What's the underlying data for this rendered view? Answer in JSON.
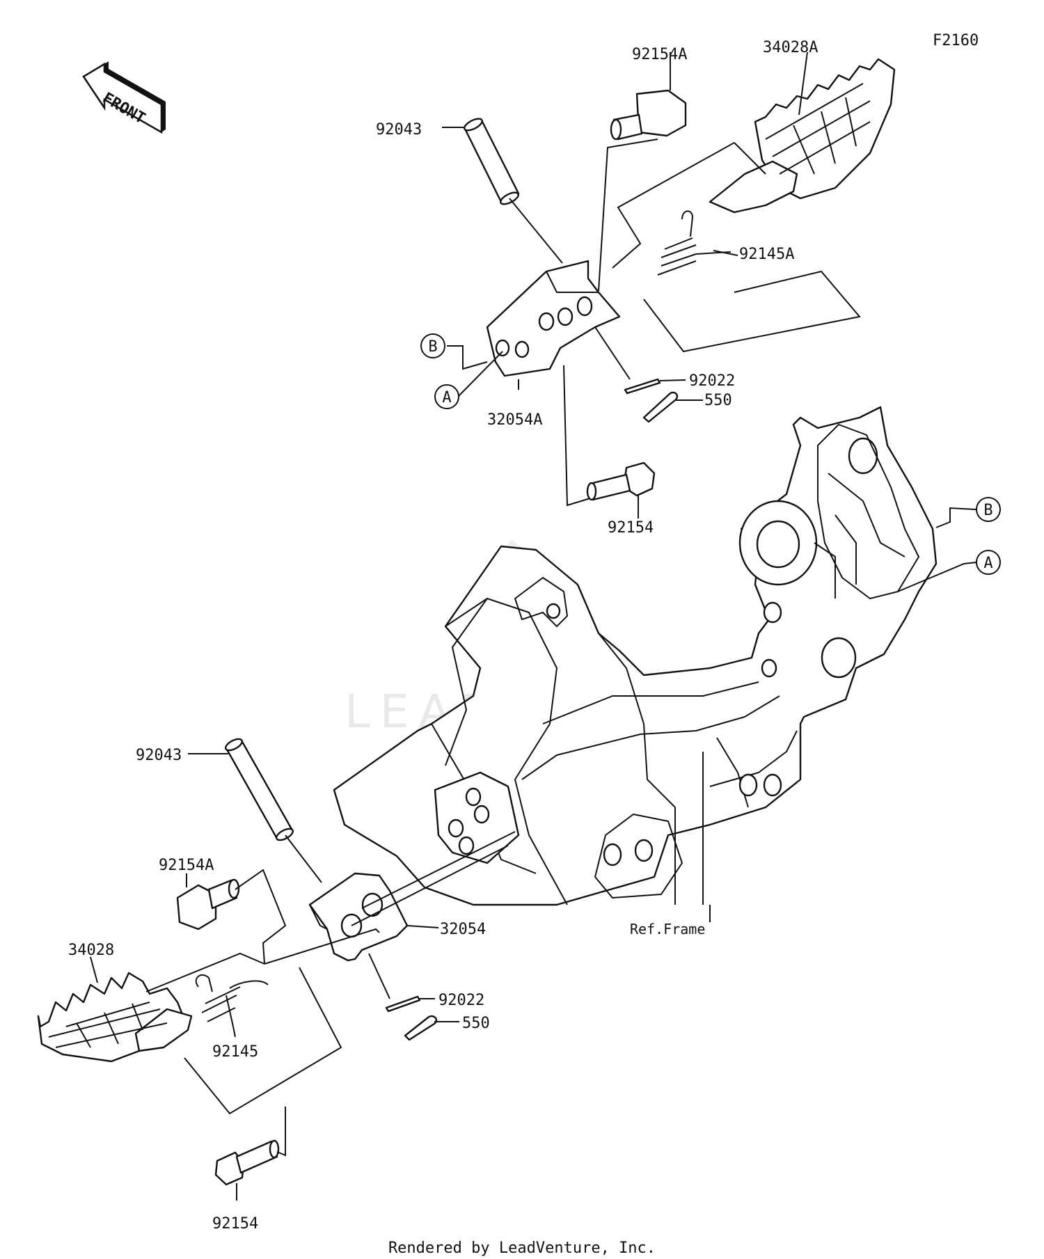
{
  "diagram": {
    "code": "F2160",
    "front_label": "FRONT",
    "ref_frame_label": "Ref.Frame",
    "watermark": "LEADVENTURE",
    "footer": "Rendered by LeadVenture, Inc.",
    "callouts": {
      "A": "A",
      "B": "B"
    },
    "parts": {
      "p92154A_top": "92154A",
      "p34028A": "34028A",
      "p92043_top": "92043",
      "p92145A": "92145A",
      "p92022_top": "92022",
      "p550_top": "550",
      "p32054A": "32054A",
      "p92154_mid": "92154",
      "p92043_bot": "92043",
      "p92154A_bot": "92154A",
      "p32054": "32054",
      "p34028": "34028",
      "p92145": "92145",
      "p92022_bot": "92022",
      "p550_bot": "550",
      "p92154_bot": "92154"
    }
  }
}
